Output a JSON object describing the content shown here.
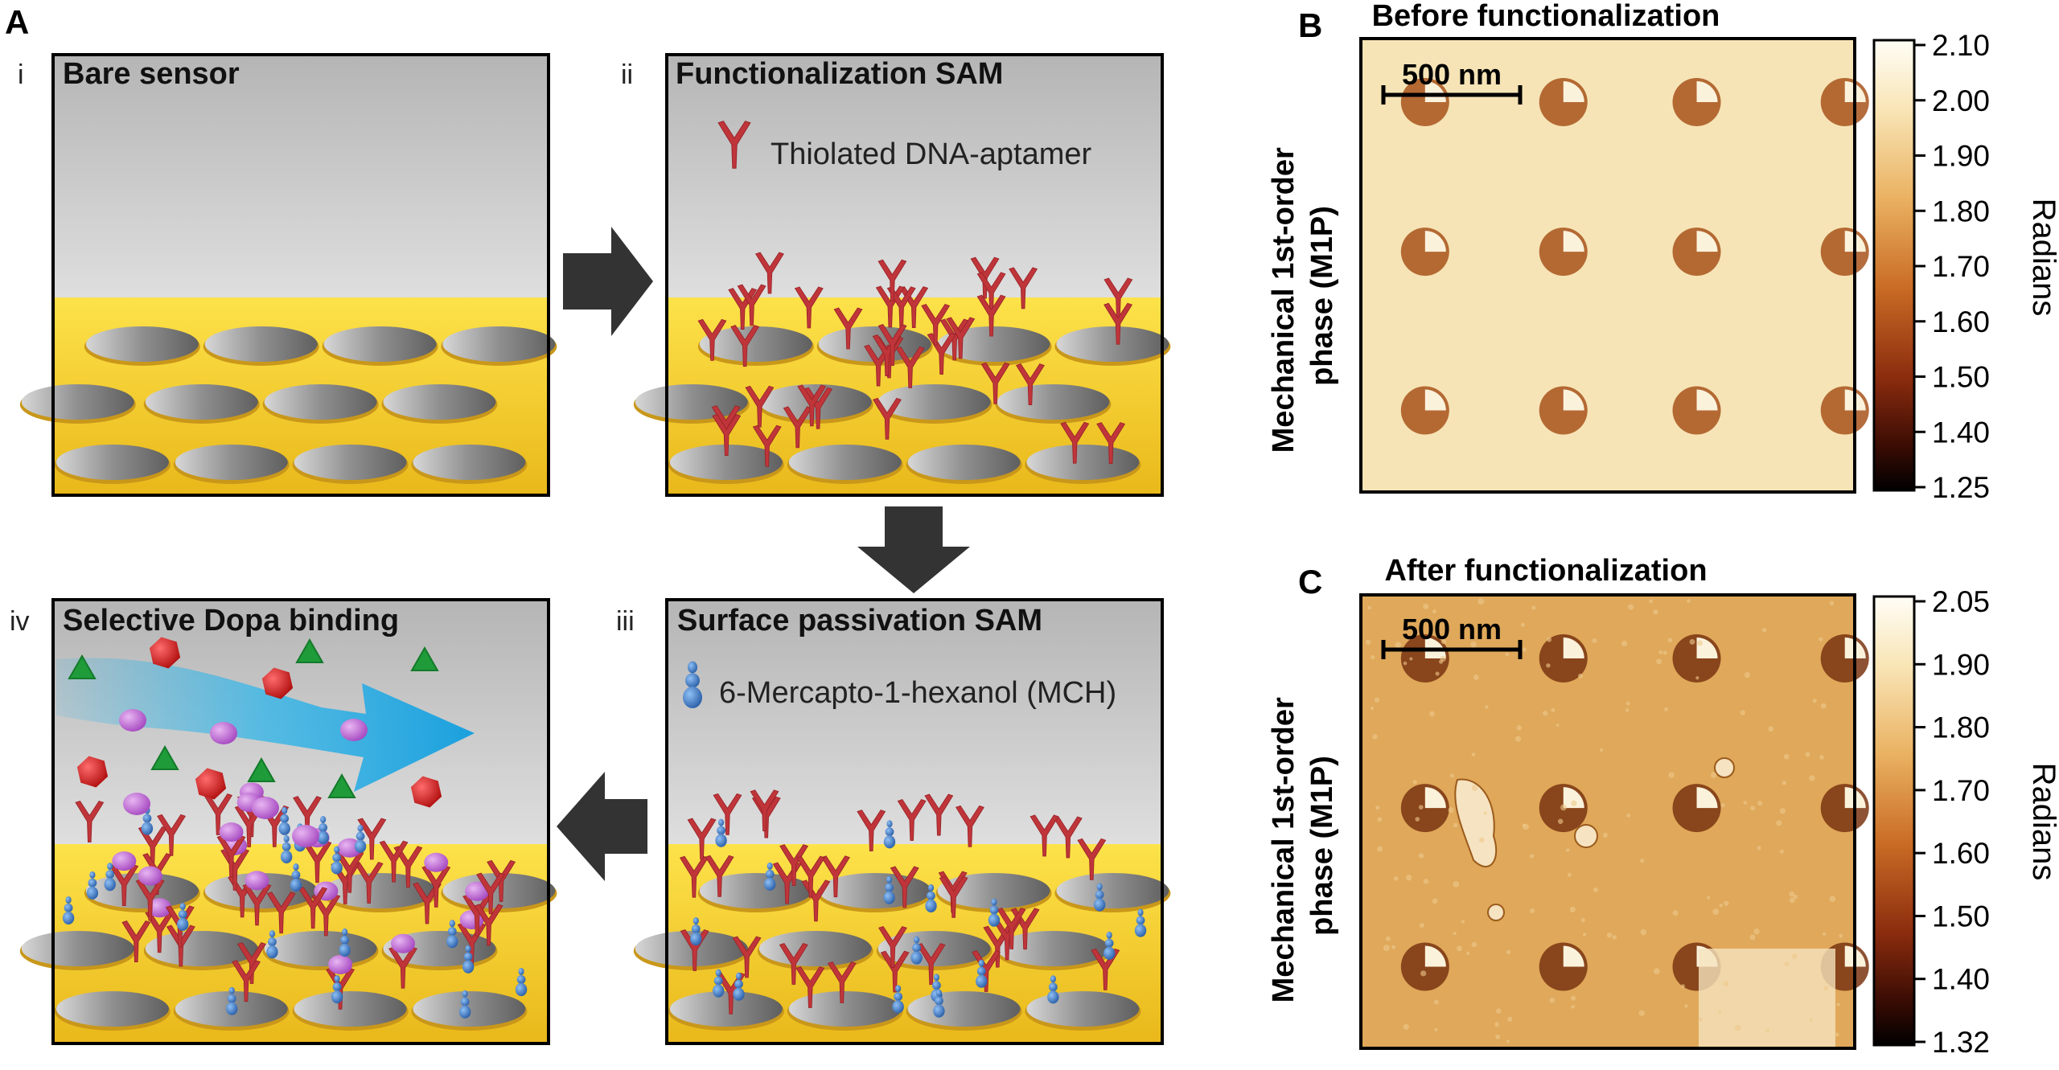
{
  "panel_a": {
    "letter": "A",
    "steps": [
      {
        "roman": "i",
        "title": "Bare sensor"
      },
      {
        "roman": "ii",
        "title": "Functionalization SAM",
        "legend": "Thiolated DNA-aptamer"
      },
      {
        "roman": "iii",
        "title": "Surface passivation SAM",
        "legend": "6-Mercapto-1-hexanol (MCH)"
      },
      {
        "roman": "iv",
        "title": "Selective Dopa binding"
      }
    ]
  },
  "panel_b": {
    "letter": "B",
    "title": "Before functionalization",
    "scalebar": "500 nm",
    "ylabel_line1": "Mechanical 1st-order",
    "ylabel_line2": "phase (M1P)",
    "colorbar_label": "Radians",
    "ticks": [
      "2.10",
      "2.00",
      "1.90",
      "1.80",
      "1.70",
      "1.60",
      "1.50",
      "1.40",
      "1.25"
    ]
  },
  "panel_c": {
    "letter": "C",
    "title": "After functionalization",
    "scalebar": "500 nm",
    "ylabel_line1": "Mechanical 1st-order",
    "ylabel_line2": "phase (M1P)",
    "colorbar_label": "Radians",
    "ticks": [
      "2.05",
      "1.90",
      "1.80",
      "1.70",
      "1.60",
      "1.50",
      "1.40",
      "1.32"
    ]
  },
  "colors": {
    "gold": "#f5cc2a",
    "aptamer": "#c0353a",
    "mch": "#3d7cc4",
    "dopa": "#c77ad9",
    "arrow": "#333333",
    "flow": "#37b6e8"
  }
}
